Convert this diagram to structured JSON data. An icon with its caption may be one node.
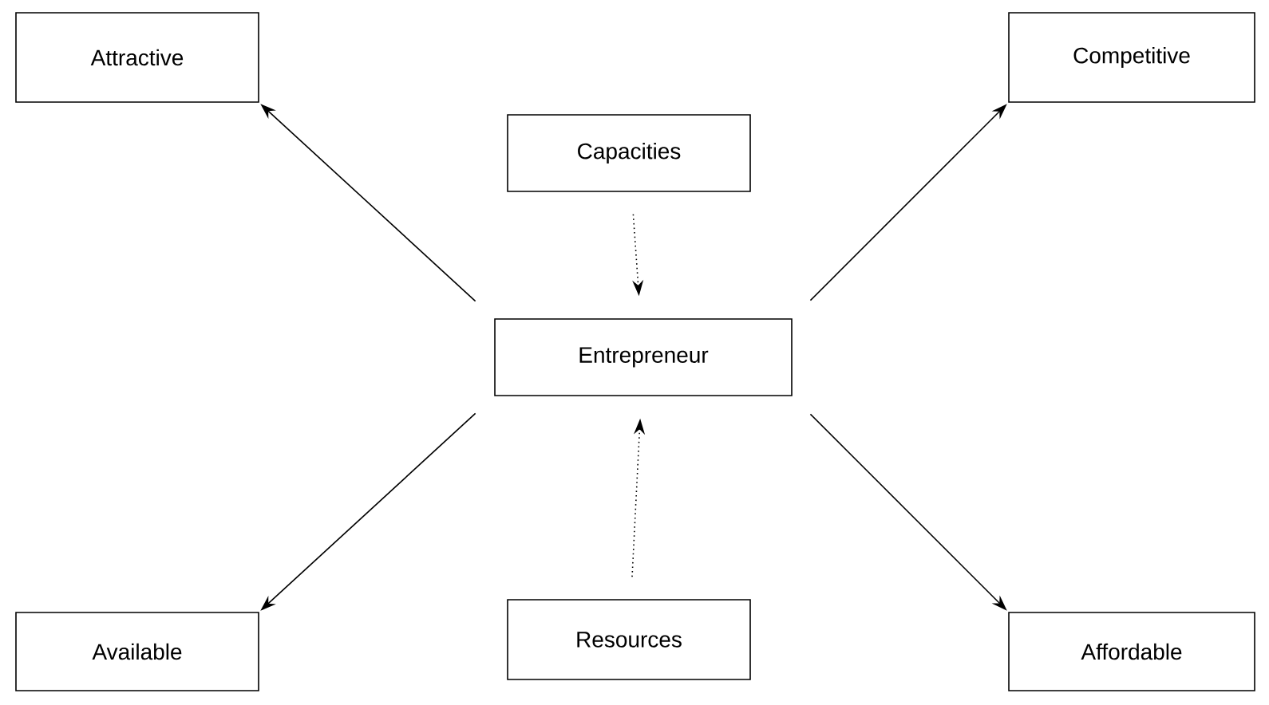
{
  "diagram": {
    "nodes": [
      {
        "text": [
          "Attractive"
        ]
      },
      {
        "text": [
          "Capacities"
        ]
      },
      {
        "text": [
          "Competitive"
        ]
      },
      {
        "text": [
          "Entrepreneur"
        ]
      },
      {
        "text": [
          "Available"
        ]
      },
      {
        "text": [
          "Resources"
        ]
      },
      {
        "text": [
          "Affordable"
        ]
      }
    ],
    "edges": [
      {
        "from": 3,
        "to": 0,
        "arrow": "to"
      },
      {
        "from": 3,
        "to": 2,
        "arrow": "to"
      },
      {
        "from": 1,
        "to": 3,
        "arrow": "to",
        "style": "dashed"
      },
      {
        "from": 5,
        "to": 3,
        "arrow": "to",
        "style": "dashed"
      },
      {
        "from": 3,
        "to": 4,
        "arrow": "to"
      },
      {
        "from": 3,
        "to": 6,
        "arrow": "to"
      }
    ]
  }
}
